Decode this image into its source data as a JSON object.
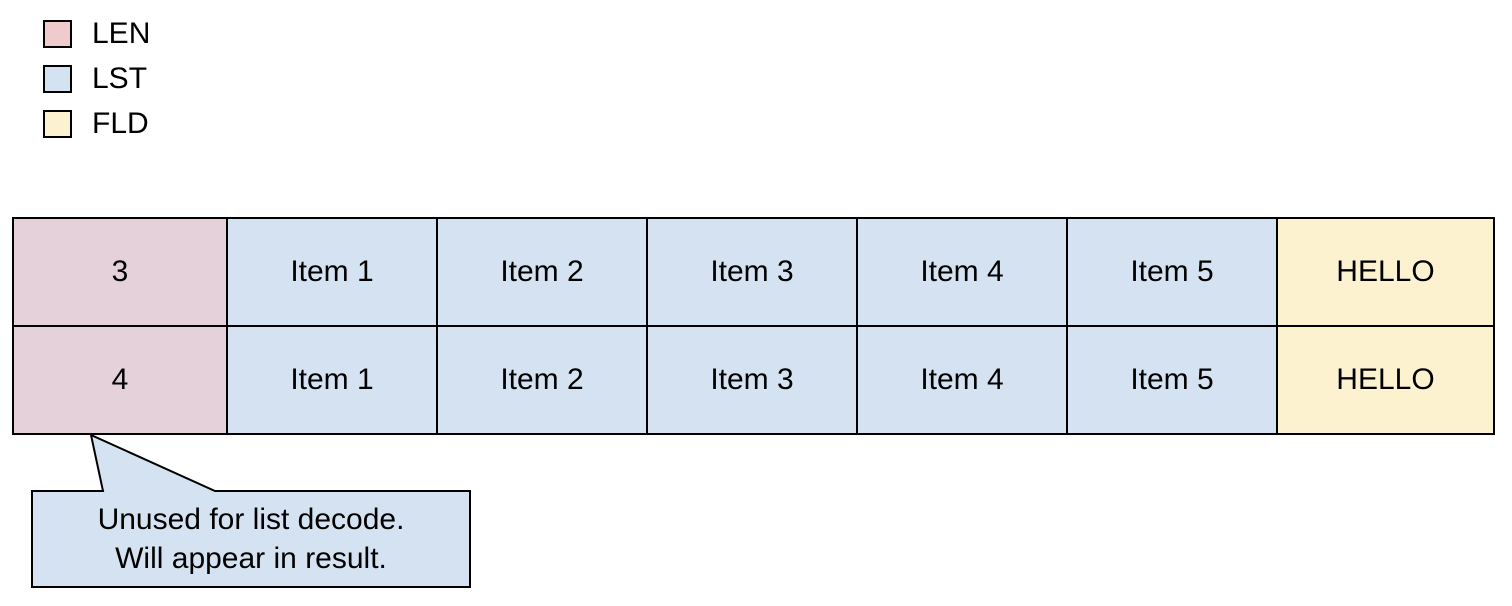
{
  "legend": {
    "items": [
      {
        "label": "LEN",
        "color": "#efcbce"
      },
      {
        "label": "LST",
        "color": "#d5e2f1"
      },
      {
        "label": "FLD",
        "color": "#fcf2d0"
      }
    ]
  },
  "table": {
    "rows": [
      {
        "len": "3",
        "items": [
          "Item 1",
          "Item 2",
          "Item 3",
          "Item 4",
          "Item 5"
        ],
        "field": "HELLO"
      },
      {
        "len": "4",
        "items": [
          "Item 1",
          "Item 2",
          "Item 3",
          "Item 4",
          "Item 5"
        ],
        "field": "HELLO"
      }
    ]
  },
  "callout": {
    "line1": "Unused for list decode.",
    "line2": "Will appear in result."
  },
  "colors": {
    "len_cell": "#e5d1da",
    "lst_cell": "#d5e2f1",
    "fld_cell": "#fcf2d0",
    "callout_fill": "#d5e2f1",
    "border": "#000000",
    "text": "#000000",
    "background": "#ffffff"
  }
}
